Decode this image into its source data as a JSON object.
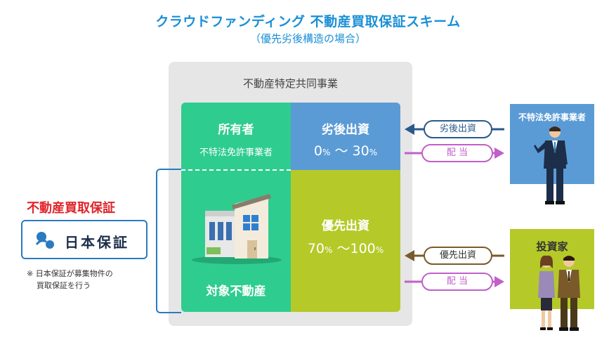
{
  "header": {
    "title": "クラウドファンディング  不動産買取保証スキーム",
    "subtitle": "（優先劣後構造の場合）"
  },
  "scheme": {
    "container_label": "不動産特定共同事業",
    "owner": {
      "title": "所有者",
      "subtitle": "不特法免許事業者"
    },
    "subordinated": {
      "title": "劣後出資",
      "pct_from": "0",
      "pct_unit": "%",
      "range_sep": " ～ ",
      "pct_to": "30"
    },
    "senior": {
      "title": "優先出資",
      "pct_from": "70",
      "pct_unit": "%",
      "range_sep": " ～",
      "pct_to": "100"
    },
    "property_label": "対象不動産"
  },
  "guarantee": {
    "title": "不動産買取保証",
    "logo_text": "日本保証",
    "note_line1": "※ 日本保証が募集物件の",
    "note_line2": "買取保証を行う"
  },
  "flows": {
    "subordinated_in": "劣後出資",
    "dividend_1": "配 当",
    "senior_in": "優先出資",
    "dividend_2": "配 当"
  },
  "parties": {
    "licensed_operator": "不特法免許事業者",
    "investors": "投資家"
  },
  "colors": {
    "green": "#2fcc8f",
    "blue": "#5b9bd5",
    "olive": "#b5c929",
    "title_blue": "#1a8fd6",
    "red": "#e0242a",
    "magenta": "#c060c8"
  }
}
